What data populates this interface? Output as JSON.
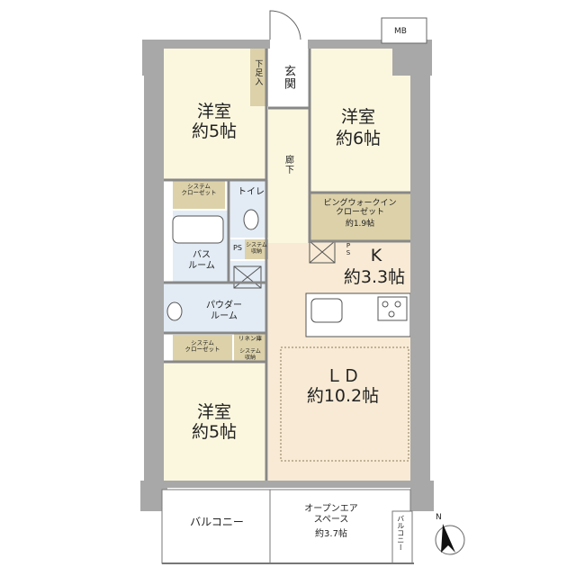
{
  "colors": {
    "wall": "#a8a8a8",
    "room_cream": "#fbf7df",
    "ld_peach": "#f8ead4",
    "storage_tan": "#dcd1a9",
    "wet_blue": "#e3ecf5",
    "balcony_white": "#ffffff",
    "entrance_white": "#ffffff"
  },
  "labels": {
    "mb": "MB",
    "entrance": "玄関",
    "shoe_storage": "下足入",
    "corridor": "廊下",
    "room_nw_name": "洋室",
    "room_nw_size": "約5帖",
    "room_ne_name": "洋室",
    "room_ne_size": "約6帖",
    "room_sw_name": "洋室",
    "room_sw_size": "約5帖",
    "sys_closet_1": "システム\nクローゼット",
    "sys_closet_2": "システム\nクローゼット",
    "toilet": "トイレ",
    "bath": "バス\nルーム",
    "powder": "パウダー\nルーム",
    "ps1": "PS",
    "ps2": "P\nS",
    "sys_storage_1": "システム\n収納",
    "sys_storage_2": "システム\n収納",
    "linen": "リネン庫",
    "wic_name": "ビングウォークイン\nクローゼット",
    "wic_size": "約1.9帖",
    "kitchen_name": "K",
    "kitchen_size": "約3.3帖",
    "ld_name": "ＬＤ",
    "ld_size": "約10.2帖",
    "balcony_left": "バルコニー",
    "open_air": "オープンエア\nスペース",
    "open_air_size": "約3.7帖",
    "balcony_right": "バルコニー",
    "compass_n": "N"
  }
}
